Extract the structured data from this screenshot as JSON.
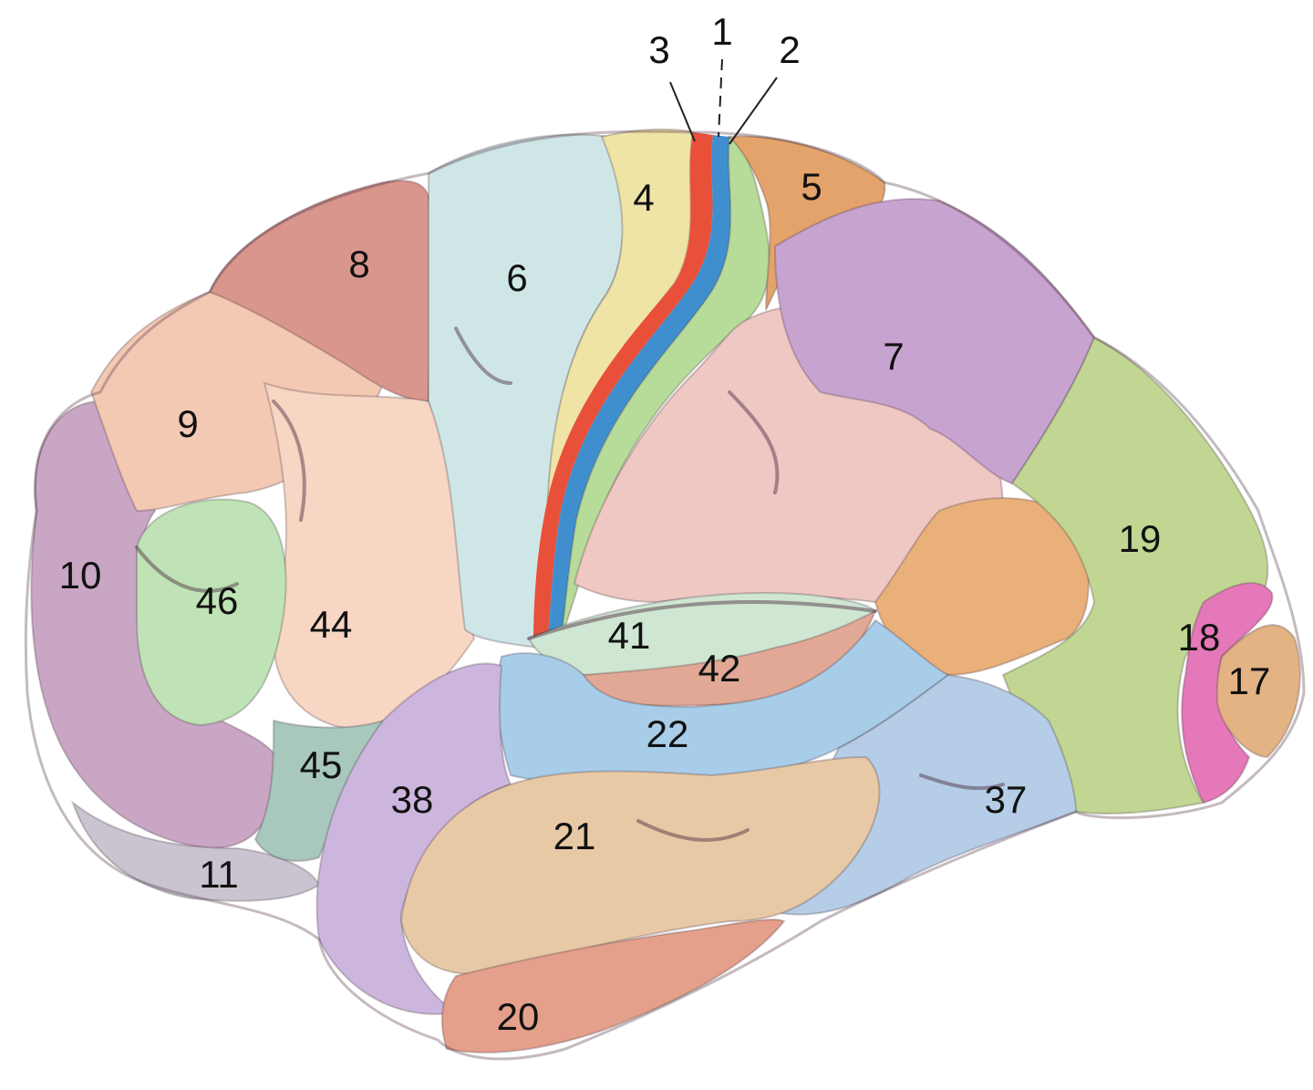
{
  "diagram": {
    "areas": [
      {
        "id": "1",
        "label": "1",
        "color": "#3f8fcf"
      },
      {
        "id": "2",
        "label": "2",
        "color": "#b7dc9a"
      },
      {
        "id": "3",
        "label": "3",
        "color": "#e8503a"
      },
      {
        "id": "4",
        "label": "4",
        "color": "#efe3a6"
      },
      {
        "id": "5",
        "label": "5",
        "color": "#e3a36a"
      },
      {
        "id": "6",
        "label": "6",
        "color": "#cfe6e6"
      },
      {
        "id": "7",
        "label": "7",
        "color": "#c7a3cf"
      },
      {
        "id": "8",
        "label": "8",
        "color": "#d9968d"
      },
      {
        "id": "9",
        "label": "9",
        "color": "#f4c9b4"
      },
      {
        "id": "10",
        "label": "10",
        "color": "#c8a6c4"
      },
      {
        "id": "11",
        "label": "11",
        "color": "#c9c4cf"
      },
      {
        "id": "17",
        "label": "17",
        "color": "#e3b384"
      },
      {
        "id": "18",
        "label": "18",
        "color": "#e578b8"
      },
      {
        "id": "19",
        "label": "19",
        "color": "#c0d692"
      },
      {
        "id": "20",
        "label": "20",
        "color": "#e4a08a"
      },
      {
        "id": "21",
        "label": "21",
        "color": "#e8c9a6"
      },
      {
        "id": "22",
        "label": "22",
        "color": "#a8cde8"
      },
      {
        "id": "37",
        "label": "37",
        "color": "#b5cde6"
      },
      {
        "id": "38",
        "label": "38",
        "color": "#cdb6de"
      },
      {
        "id": "41",
        "label": "41",
        "color": "#cfe6d2"
      },
      {
        "id": "42",
        "label": "42",
        "color": "#e0a895"
      },
      {
        "id": "44",
        "label": "44",
        "color": "#f7d6c3"
      },
      {
        "id": "45",
        "label": "45",
        "color": "#a8c7bd"
      },
      {
        "id": "46",
        "label": "46",
        "color": "#bfe3b6"
      }
    ],
    "extra_colors": {
      "parietal_pink": "#efc8c4",
      "supramarginal_orange": "#eab07a",
      "outline": "#5a3a4a"
    }
  }
}
